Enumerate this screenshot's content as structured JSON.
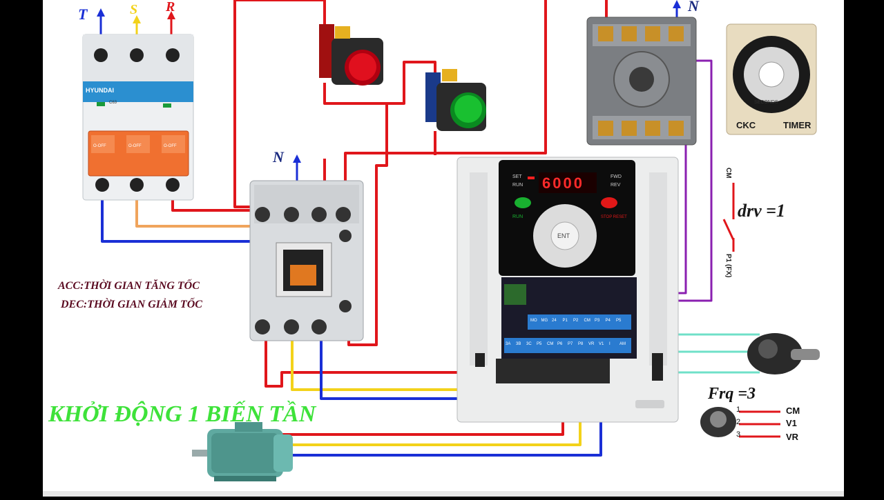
{
  "phases": {
    "t": "T",
    "s": "S",
    "r": "R"
  },
  "neutral": {
    "contactor": "N",
    "relay": "N"
  },
  "breaker": {
    "brand": "HYUNDAI",
    "model": "C63",
    "switch_label": "O-OFF"
  },
  "notes": {
    "acc": "ACC:THỜI GIAN TĂNG TỐC",
    "dec": "DEC:THỜI GIAN GIẢM TỐC"
  },
  "title": "KHỞI ĐỘNG 1 BIẾN TẦN",
  "inverter": {
    "display": "6000",
    "set": "SET",
    "run_ind": "RUN",
    "fwd": "FWD",
    "rev": "REV",
    "run_btn": "RUN",
    "stop_btn": "STOP RESET",
    "ent": "ENT",
    "terminals_top": [
      "MO",
      "MG",
      "24",
      "P1",
      "P2",
      "CM",
      "P3",
      "P4",
      "P5"
    ],
    "terminals_mid": [
      "3A",
      "3B",
      "3C",
      "P5",
      "CM",
      "P6",
      "P7",
      "P8",
      "VR",
      "V1",
      "I",
      "AM"
    ]
  },
  "timer": {
    "brand": "CKC",
    "type": "TIMER",
    "unit": "SECONDS"
  },
  "switch": {
    "top": "CM",
    "bottom": "P1 (FX)",
    "param": "drv =1"
  },
  "pot": {
    "param": "Frq =3",
    "pins": [
      "1",
      "2",
      "3"
    ],
    "labels": [
      "CM",
      "V1",
      "VR"
    ]
  },
  "colors": {
    "red": "#e0161b",
    "blue": "#1a2fd6",
    "yellow": "#f3d21a",
    "orange": "#f0a45c",
    "purple": "#8a1fb0",
    "cyan": "#6fe0c8",
    "title_green": "#3ee23a",
    "note_text": "#5a0a20"
  }
}
